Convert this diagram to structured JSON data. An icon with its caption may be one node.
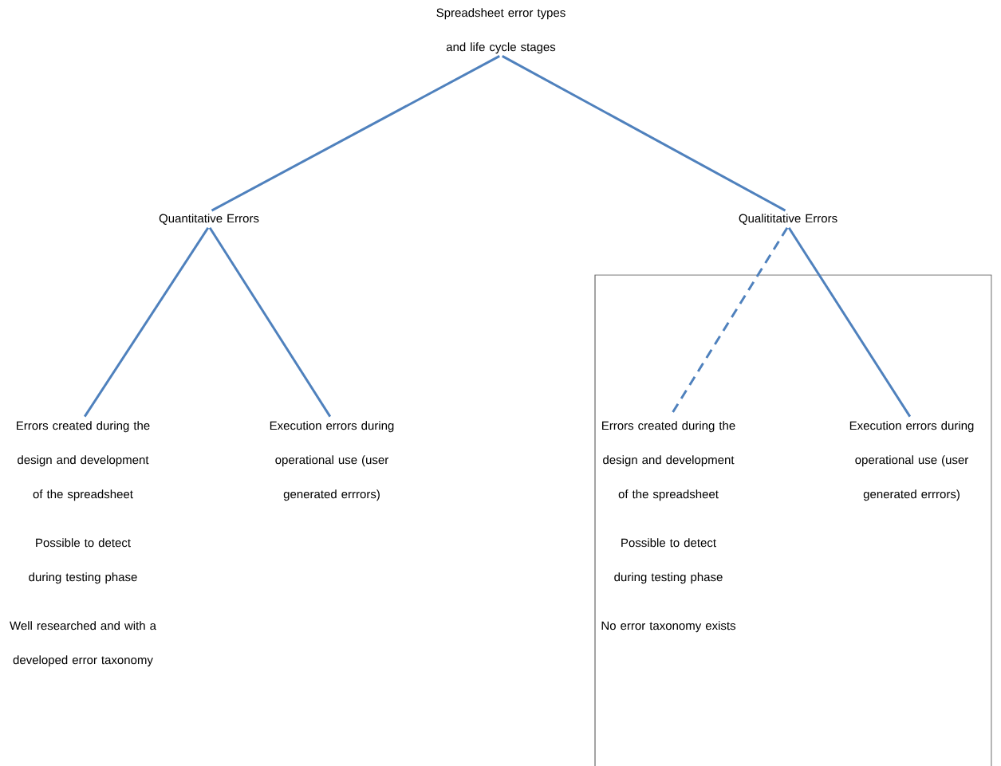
{
  "diagram": {
    "nodes": [
      {
        "text": [
          "Spreadsheet error types and life cycle stages"
        ]
      },
      {
        "text": [
          "Quantitative Errors"
        ]
      },
      {
        "text": [
          "Qualititative Errors"
        ]
      },
      {
        "text": [
          "Errors created during the design and development of the spreadsheet",
          "Possible to detect during testing phase",
          "Well researched and with a developed error taxonomy"
        ]
      },
      {
        "text": [
          "Execution errors during operational use (user generated errrors)"
        ]
      },
      {
        "text": [],
        "shape": "box"
      },
      {
        "text": [
          "Errors created during the design and development of the spreadsheet",
          "Possible to detect during testing phase",
          "No error taxonomy exists"
        ],
        "in": 5
      },
      {
        "text": [
          "Execution errors during operational use (user generated errrors)"
        ],
        "in": 5
      }
    ],
    "edges": [
      {
        "from": 0,
        "to": 1,
        "arrow": "none"
      },
      {
        "from": 0,
        "to": 2,
        "arrow": "none"
      },
      {
        "from": 1,
        "to": 3,
        "arrow": "none"
      },
      {
        "from": 1,
        "to": 4,
        "arrow": "none"
      },
      {
        "from": 2,
        "to": 6,
        "arrow": "none",
        "style": "dashed"
      },
      {
        "from": 2,
        "to": 7,
        "arrow": "none"
      }
    ]
  }
}
